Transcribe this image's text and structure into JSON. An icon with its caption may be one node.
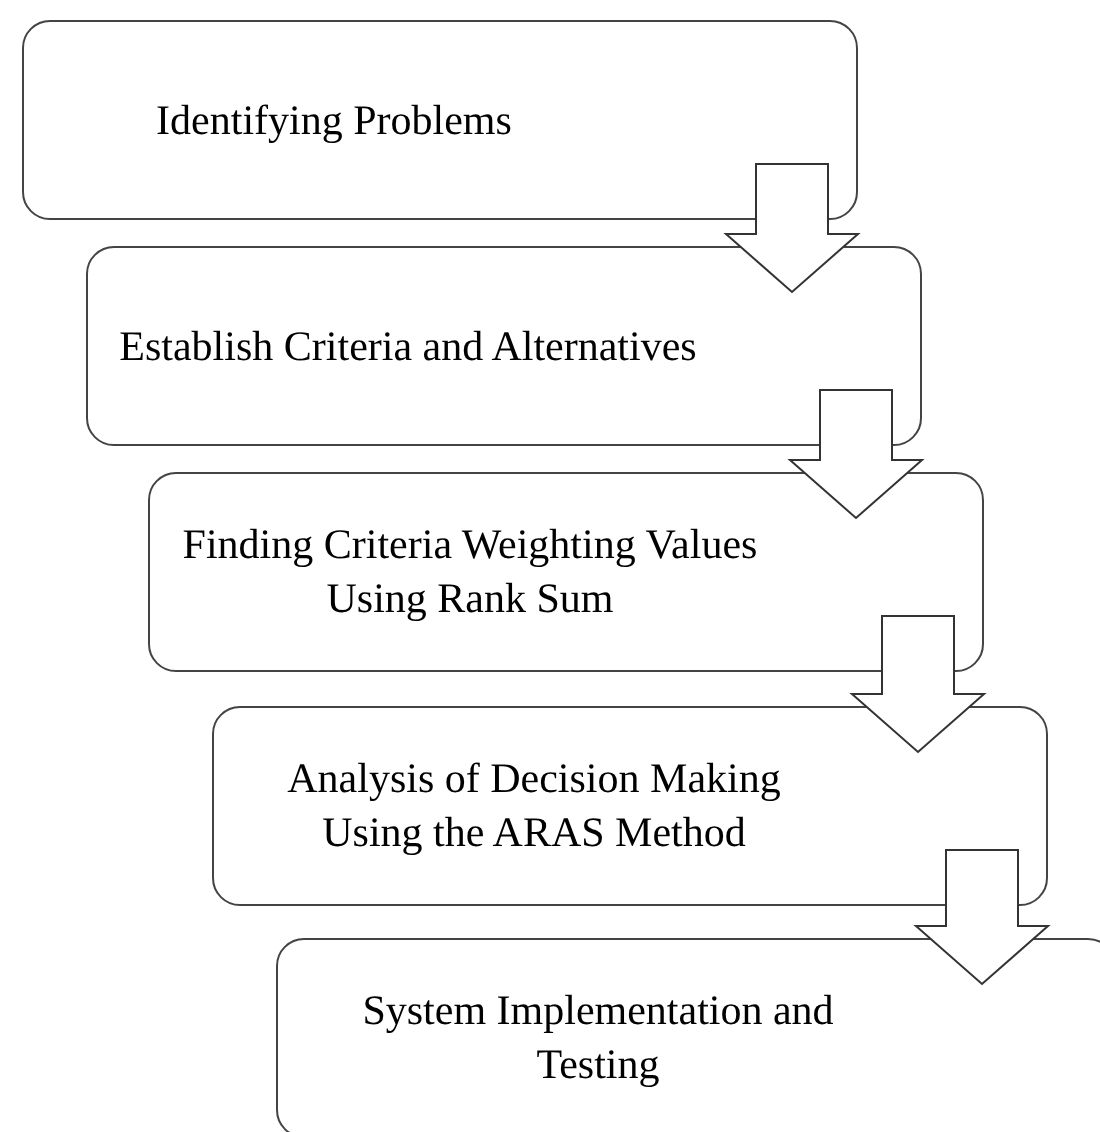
{
  "diagram": {
    "nodes": [
      {
        "text": [
          "Identifying Problems"
        ]
      },
      {
        "text": [
          "Establish Criteria and Alternatives"
        ]
      },
      {
        "text": [
          "Finding Criteria Weighting Values Using Rank Sum"
        ]
      },
      {
        "text": [
          "Analysis of Decision Making Using the ARAS Method"
        ]
      },
      {
        "text": [
          "System Implementation and Testing"
        ]
      }
    ],
    "edges": [
      {
        "from": 0,
        "to": 1,
        "arrow": "to"
      },
      {
        "from": 1,
        "to": 2,
        "arrow": "to"
      },
      {
        "from": 2,
        "to": 3,
        "arrow": "to"
      },
      {
        "from": 3,
        "to": 4,
        "arrow": "to"
      }
    ]
  }
}
